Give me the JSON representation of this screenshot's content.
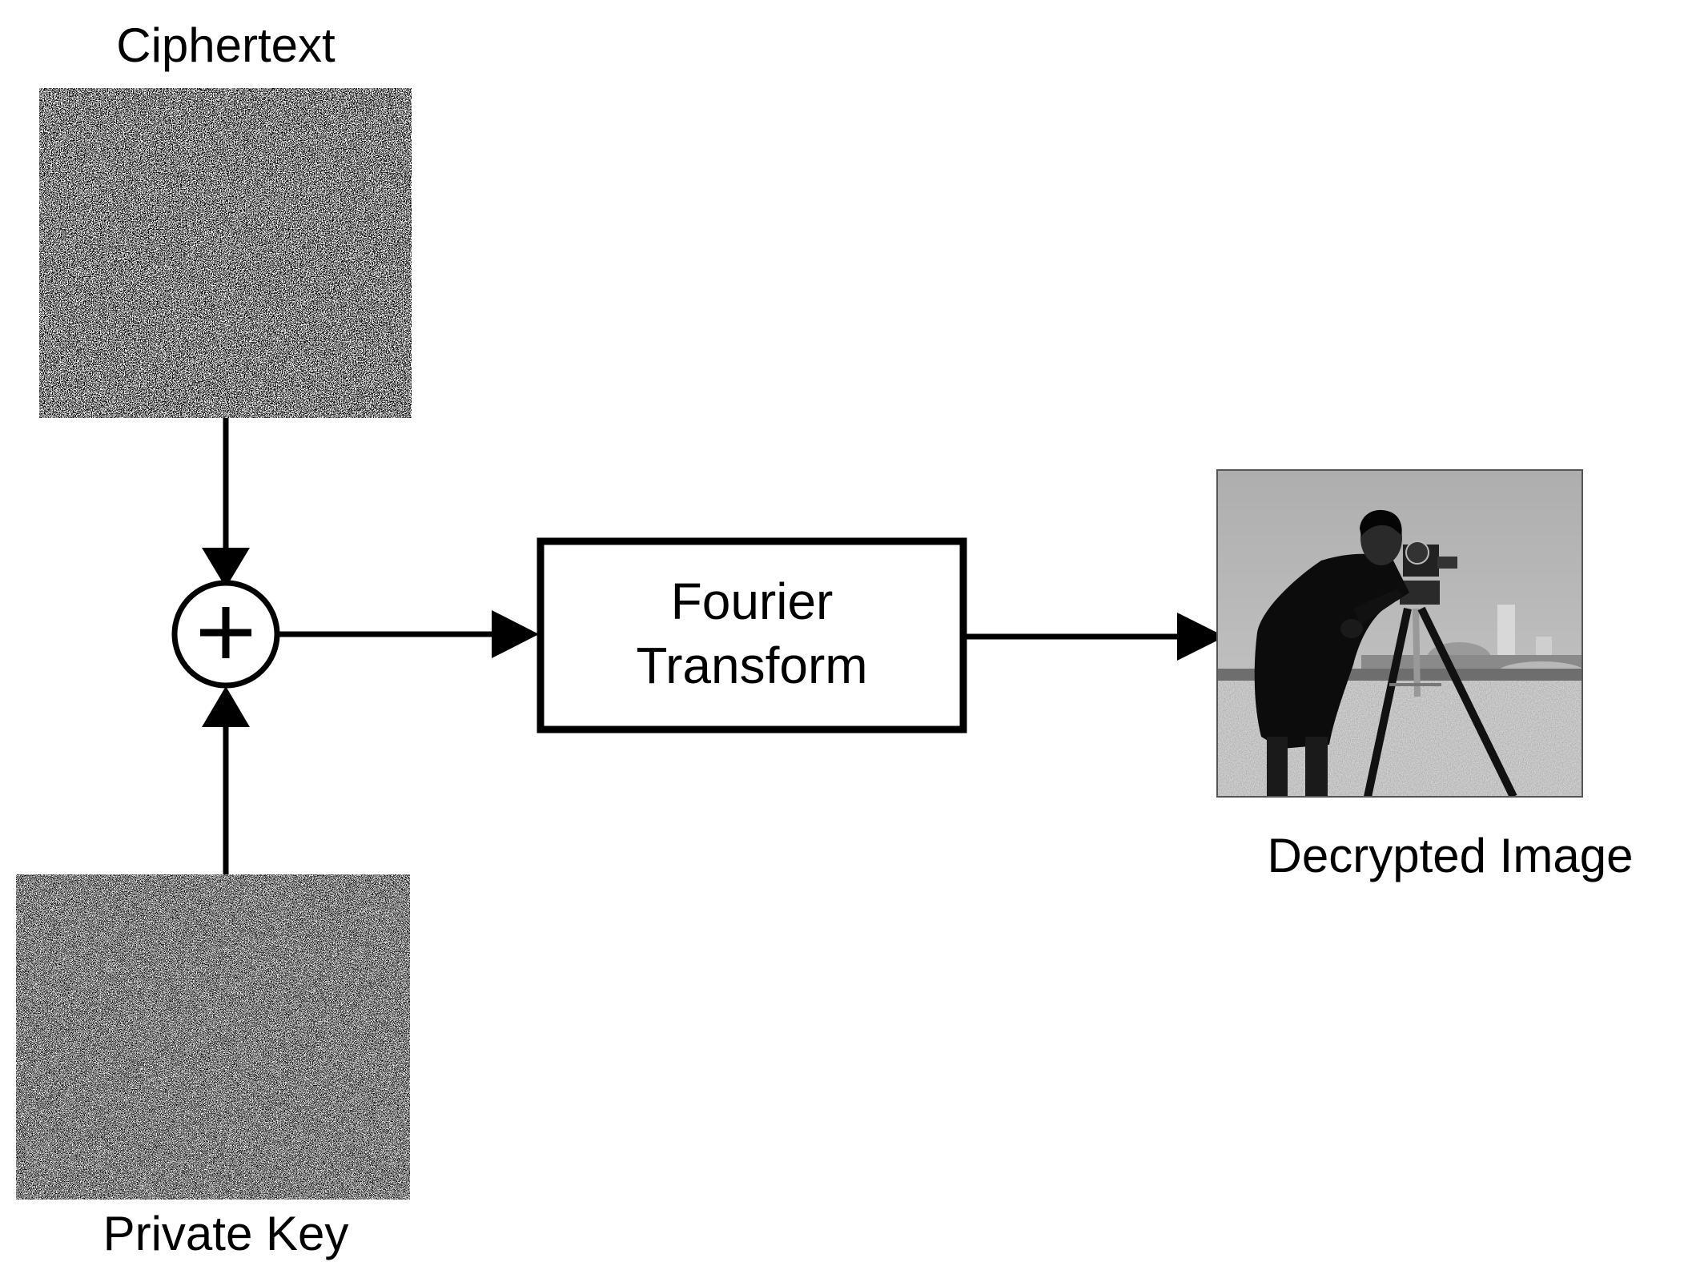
{
  "labels": {
    "ciphertext": "Ciphertext",
    "private_key": "Private Key",
    "block_line1": "Fourier",
    "block_line2": "Transform",
    "decrypted_image": "Decrypted Image",
    "adder_symbol": "+"
  },
  "images": {
    "ciphertext": "noise image",
    "private_key": "noise image",
    "decrypted_image": "cameraman photograph"
  }
}
